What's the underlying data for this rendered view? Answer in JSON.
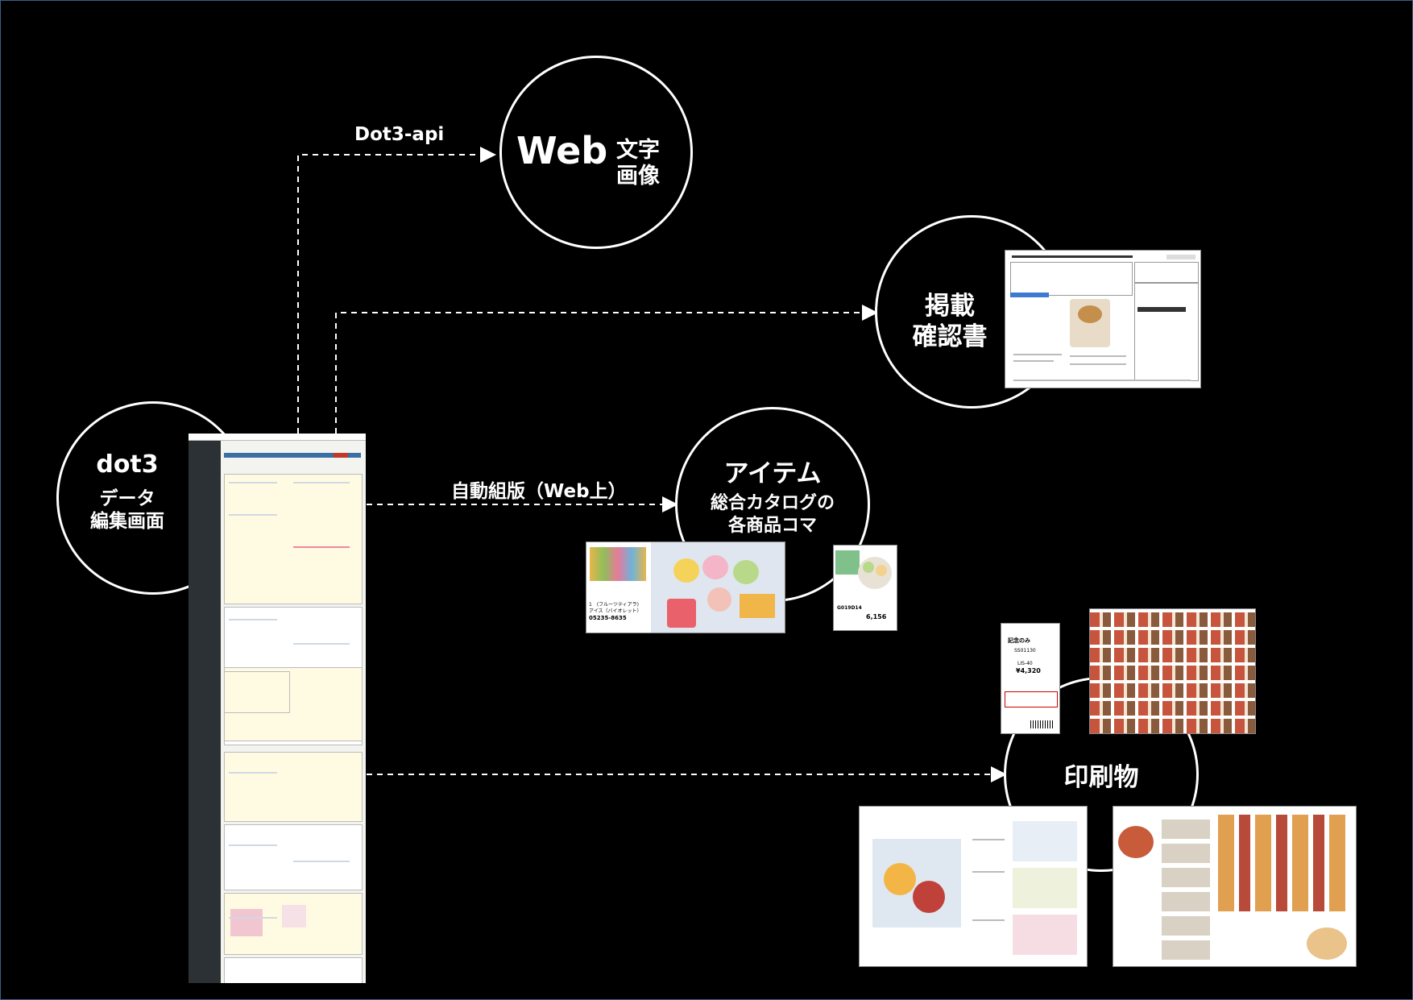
{
  "nodes": {
    "dot3": {
      "title": "dot3",
      "line1": "データ",
      "line2": "編集画面"
    },
    "web": {
      "title": "Web",
      "line1": "文字",
      "line2": "画像"
    },
    "confirm": {
      "line1": "掲載",
      "line2": "確認書"
    },
    "item": {
      "title": "アイテム",
      "line1": "総合カタログの",
      "line2": "各商品コマ"
    },
    "print": {
      "title": "印刷物"
    }
  },
  "edges": {
    "api_label": "Dot3-api",
    "layout_label": "自動組版（Web上）"
  },
  "thumbnails": {
    "item_card_text1": "1　(フルーツティアラ)",
    "item_card_text2": "アイス（バイオレット）",
    "item_card_code": "05235-8635",
    "small_card_code": "G019D14",
    "small_card_price": "6,156",
    "print_card_header": "記念のみ",
    "print_card_code": "SS01130",
    "print_card_price": "¥4,320",
    "print_card_sub": "LIS-40"
  }
}
